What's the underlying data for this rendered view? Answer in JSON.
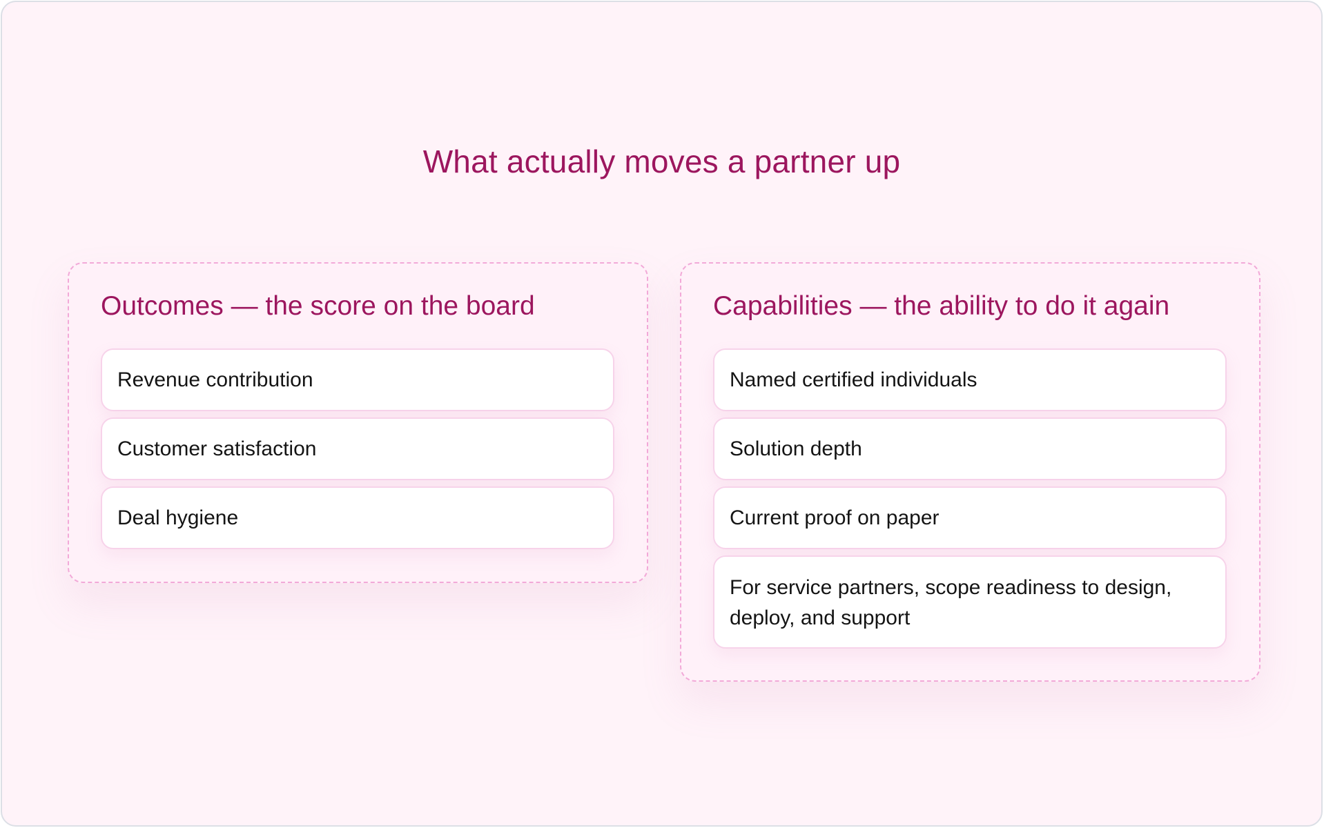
{
  "title": "What actually moves a partner up",
  "outcomes": {
    "heading": "Outcomes — the score on the board",
    "items": [
      "Revenue contribution",
      "Customer satisfaction",
      "Deal hygiene"
    ]
  },
  "capabilities": {
    "heading": "Capabilities — the ability to do it again",
    "items": [
      "Named certified individuals",
      "Solution depth",
      "Current proof on paper",
      "For service partners, scope readiness to design, deploy, and support"
    ]
  },
  "colors": {
    "background": "#fff3f9",
    "accent": "#9c165e",
    "dashed_border": "#f2a9d8",
    "card_border": "#f7d3ea"
  }
}
